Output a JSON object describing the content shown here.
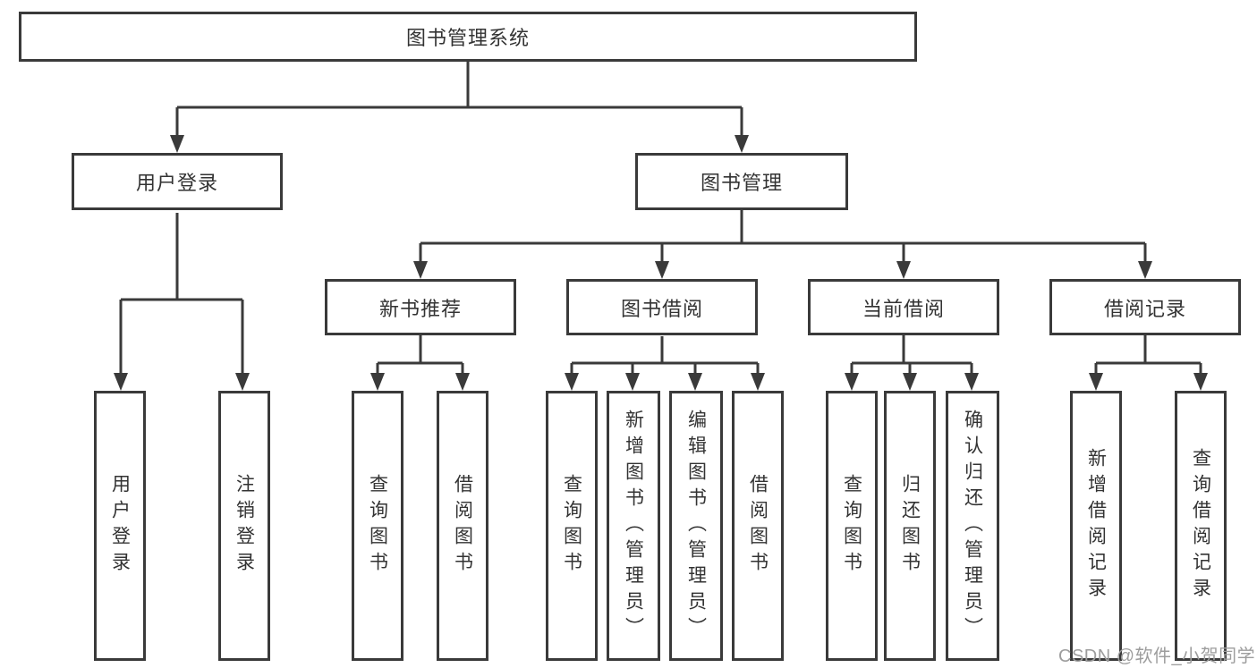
{
  "tree": {
    "root": {
      "label": "图书管理系统"
    },
    "branches": [
      {
        "label": "用户登录",
        "leaves": [
          "用户登录",
          "注销登录"
        ]
      },
      {
        "label": "图书管理",
        "groups": [
          {
            "label": "新书推荐",
            "leaves": [
              "查询图书",
              "借阅图书"
            ]
          },
          {
            "label": "图书借阅",
            "leaves": [
              "查询图书",
              "新增图书（管理员）",
              "编辑图书（管理员）",
              "借阅图书"
            ]
          },
          {
            "label": "当前借阅",
            "leaves": [
              "查询图书",
              "归还图书",
              "确认归还（管理员）"
            ]
          },
          {
            "label": "借阅记录",
            "leaves": [
              "新增借阅记录",
              "查询借阅记录"
            ]
          }
        ]
      }
    ]
  },
  "watermark": {
    "text": "CSDN @软件_小贺同学"
  },
  "colors": {
    "line": "#3a3a3a",
    "text": "#333333",
    "watermark": "#9d9d9d",
    "background": "#ffffff"
  }
}
